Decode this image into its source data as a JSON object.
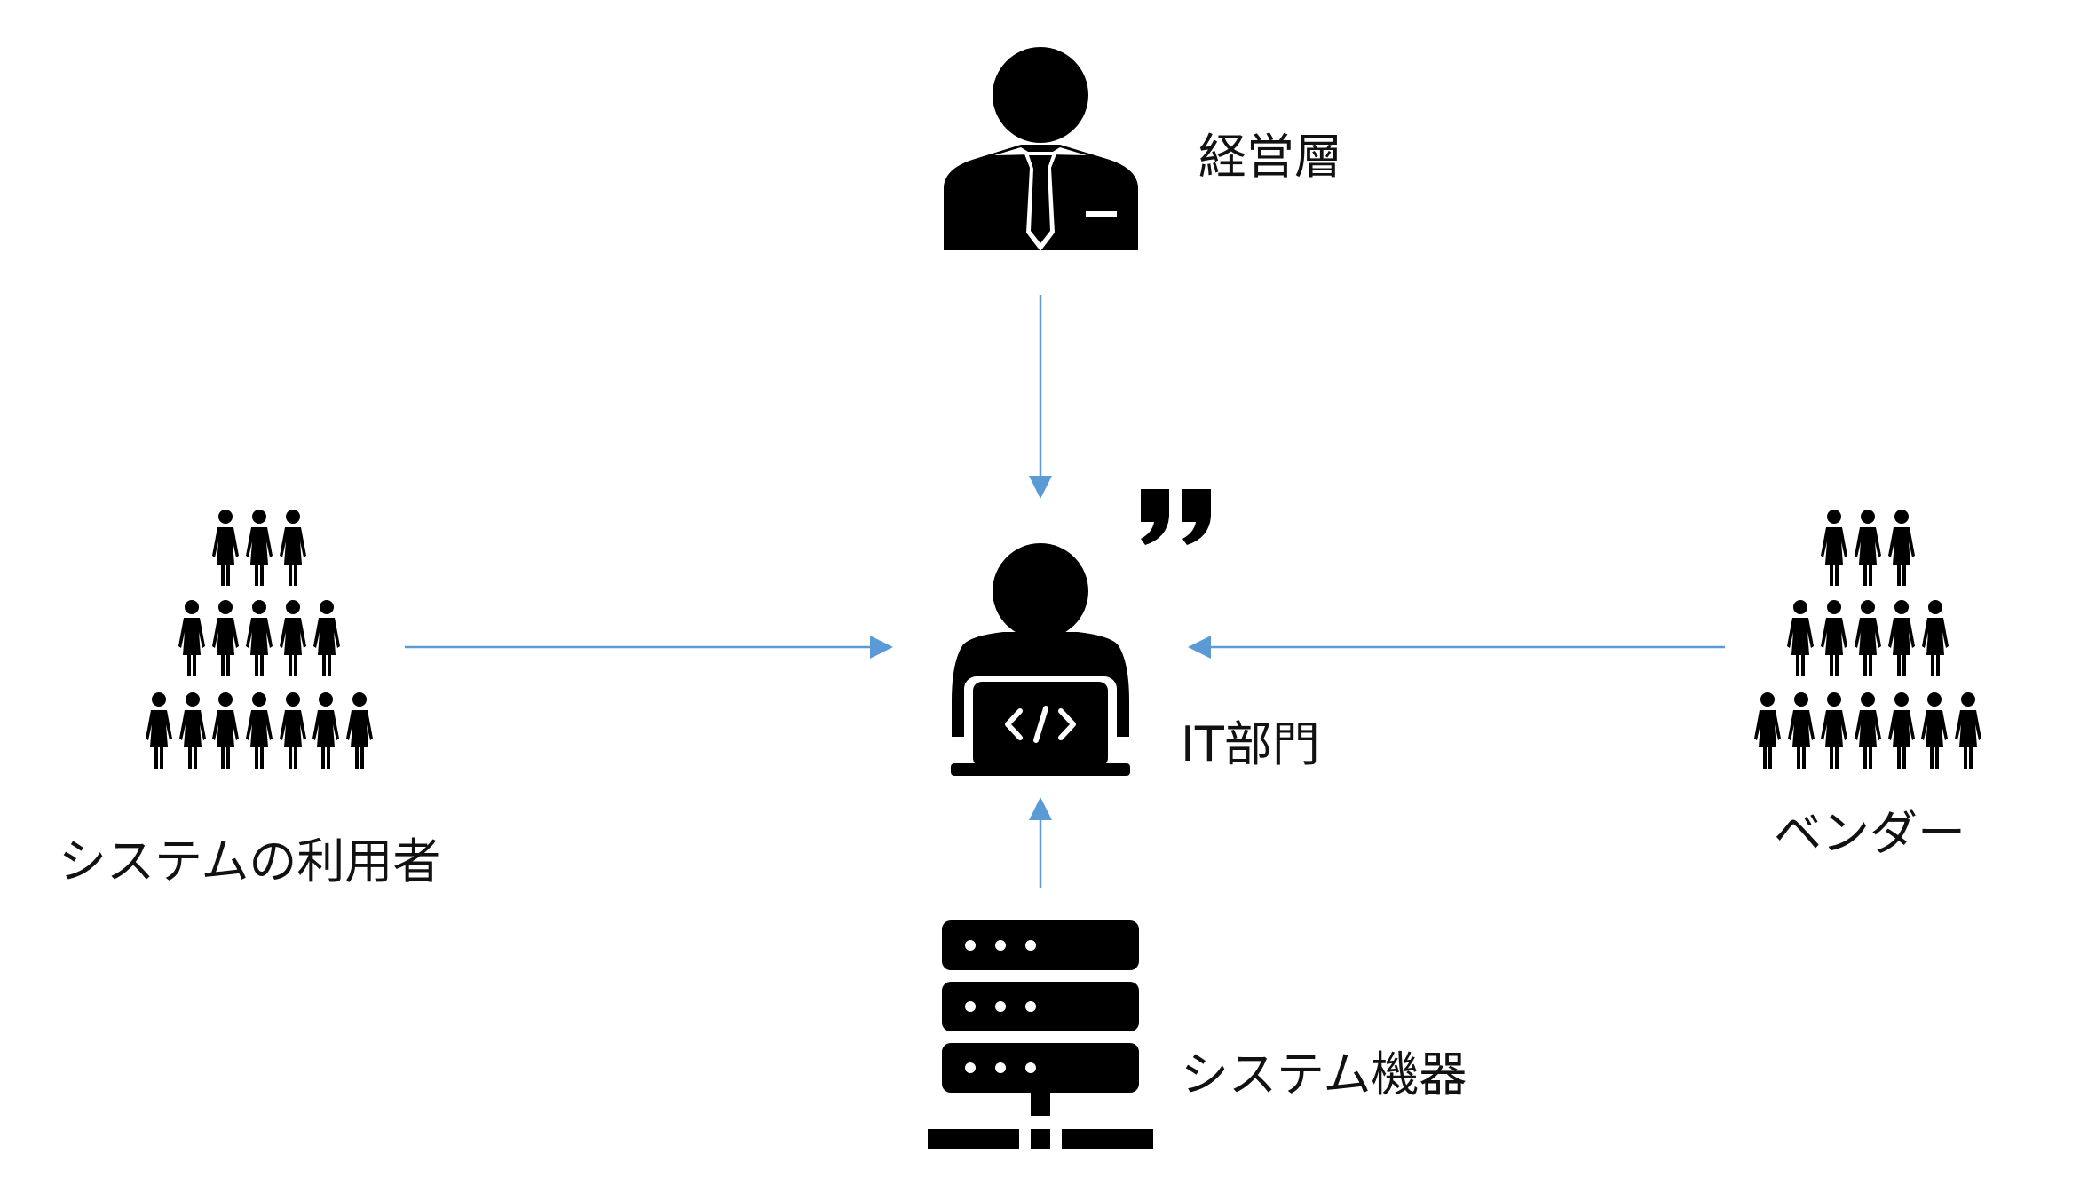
{
  "colors": {
    "icon": "#000000",
    "arrow": "#5b9bd5",
    "text": "#111111",
    "background": "#ffffff"
  },
  "nodes": {
    "executive": {
      "label": "経営層",
      "icon": "businessman-icon"
    },
    "it_dept": {
      "label": "IT部門",
      "icon": "developer-laptop-icon",
      "badge_icon": "quote-mark-icon"
    },
    "users": {
      "label": "システムの利用者",
      "icon": "crowd-icon"
    },
    "vendor": {
      "label": "ベンダー",
      "icon": "crowd-icon"
    },
    "equipment": {
      "label": "システム機器",
      "icon": "server-rack-icon"
    }
  },
  "edges": [
    {
      "from": "executive",
      "to": "it_dept"
    },
    {
      "from": "users",
      "to": "it_dept"
    },
    {
      "from": "vendor",
      "to": "it_dept"
    },
    {
      "from": "equipment",
      "to": "it_dept"
    }
  ]
}
